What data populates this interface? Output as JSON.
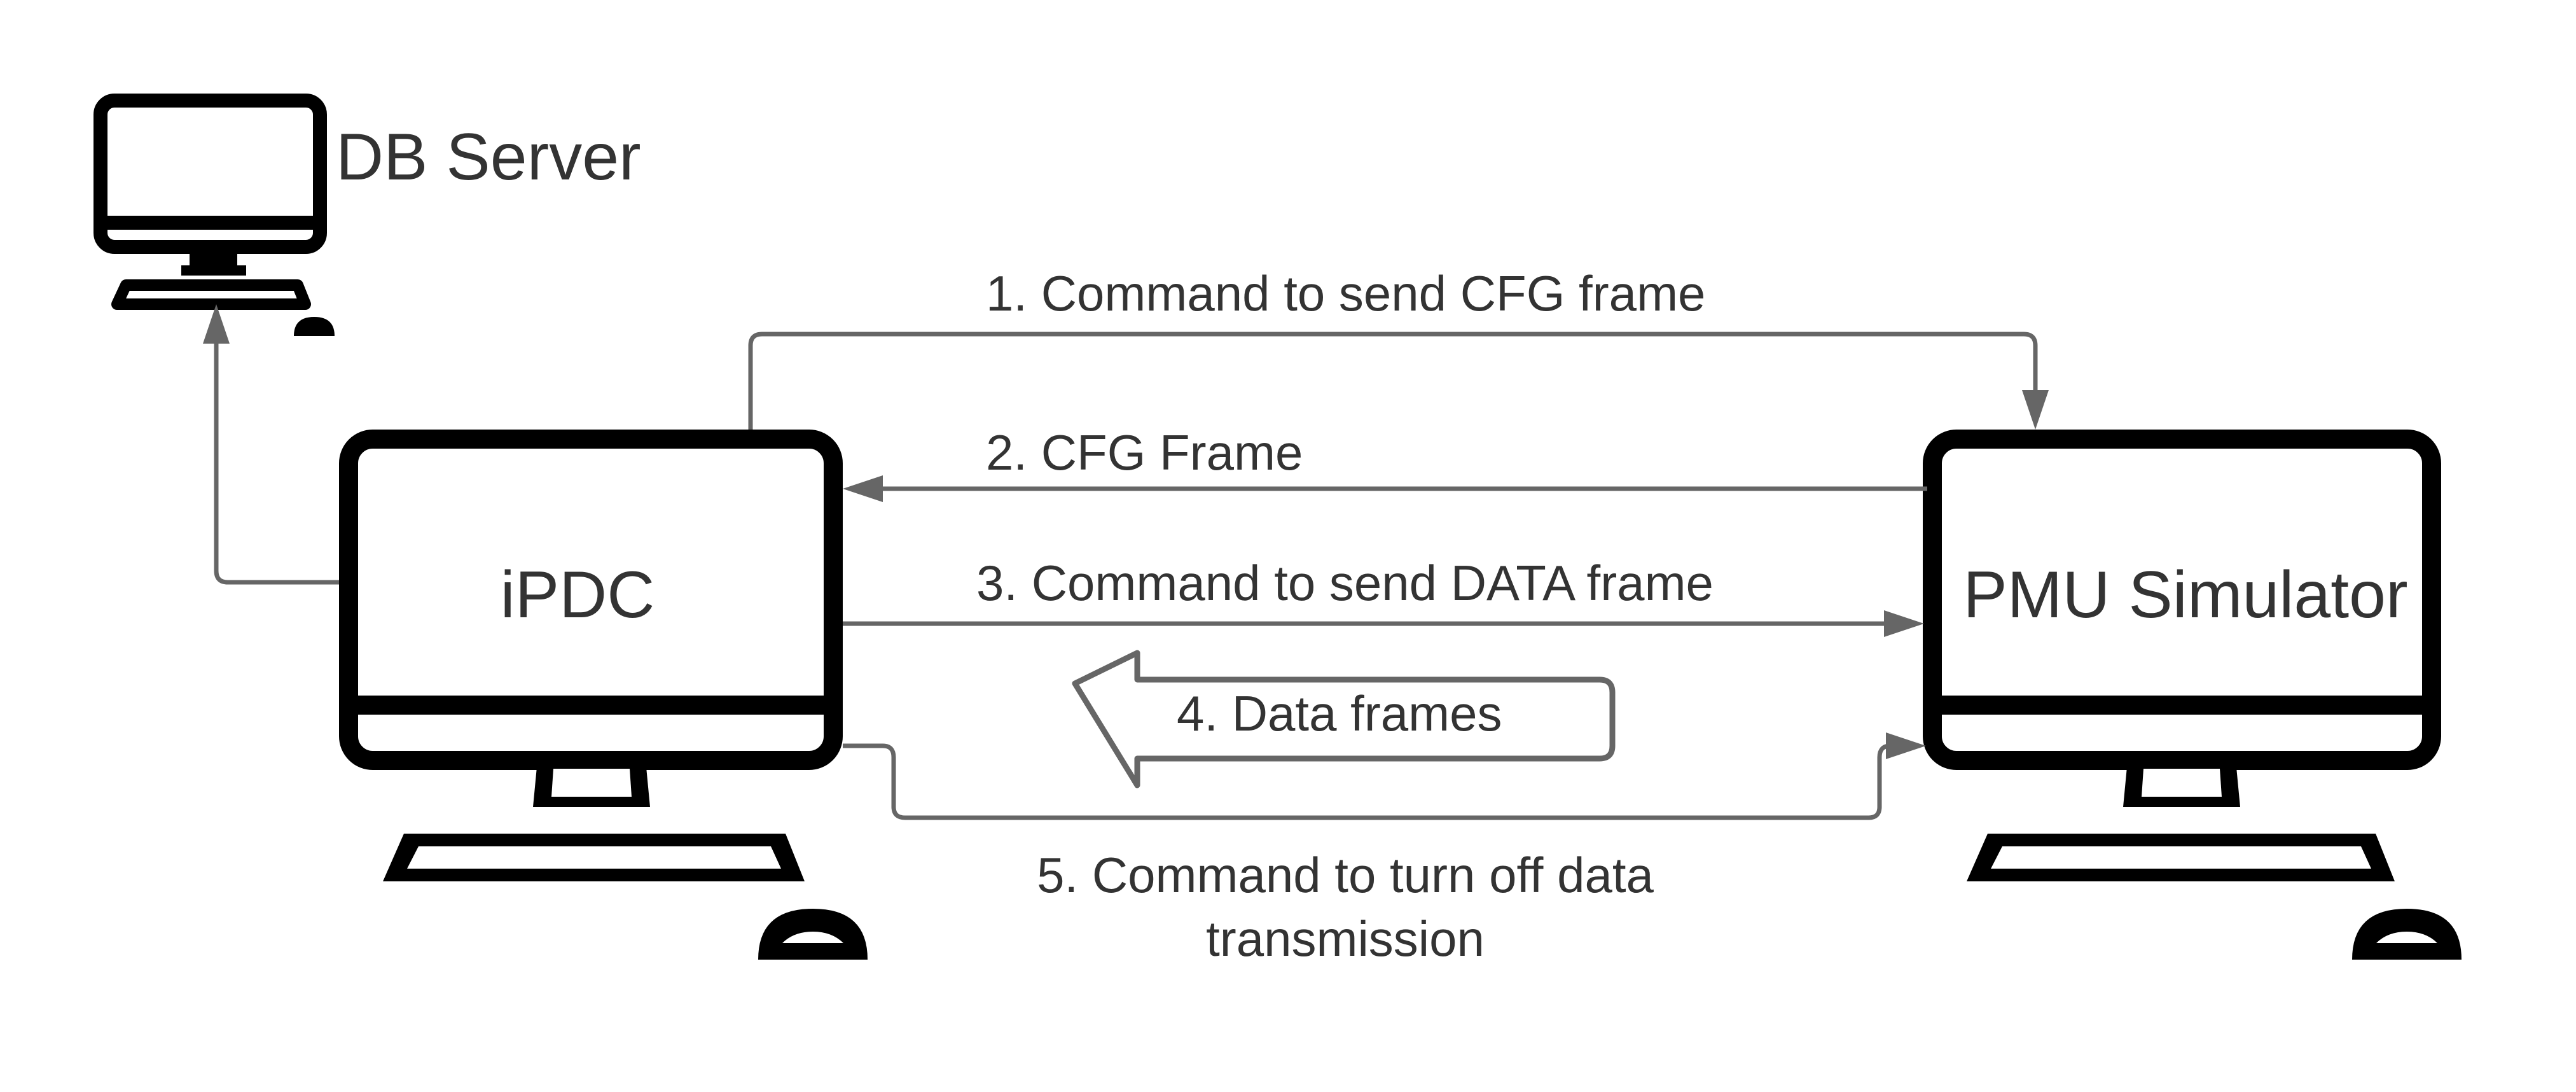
{
  "nodes": {
    "db_server": {
      "label": "DB Server",
      "icon": "desktop-computer-icon"
    },
    "ipdc": {
      "label": "iPDC",
      "icon": "desktop-computer-icon"
    },
    "pmu_simulator": {
      "label": "PMU Simulator",
      "icon": "desktop-computer-icon"
    }
  },
  "messages": {
    "m1": "1. Command to send CFG frame",
    "m2": "2. CFG Frame",
    "m3": "3. Command to send DATA frame",
    "m4": "4. Data frames",
    "m5_line1": "5. Command to turn off data",
    "m5_line2": "transmission"
  },
  "colors": {
    "icon_stroke": "#000000",
    "connector": "#666666",
    "text": "#333333",
    "background": "#ffffff"
  }
}
